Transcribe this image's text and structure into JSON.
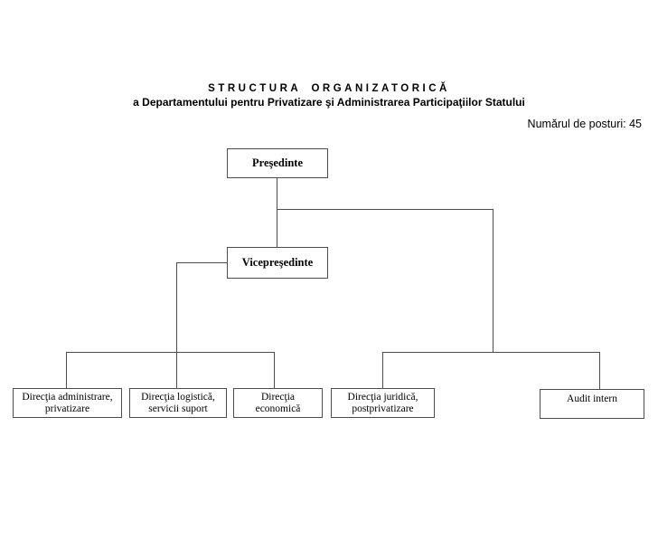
{
  "header": {
    "title": "STRUCTURA ORGANIZATORICĂ",
    "subtitle": "a Departamentului pentru Privatizare şi Administrarea Participaţiilor Statului",
    "staff_note": "Numărul de posturi: 45"
  },
  "org_chart": {
    "president": {
      "label": "Preşedinte"
    },
    "vice_president": {
      "label": "Vicepreşedinte"
    },
    "directorates": [
      {
        "lines": [
          "Direcţia administrare,",
          "privatizare"
        ]
      },
      {
        "lines": [
          "Direcţia logistică,",
          "servicii suport"
        ]
      },
      {
        "lines": [
          "Direcţia",
          "economică"
        ]
      },
      {
        "lines": [
          "Direcţia juridică,",
          "postprivatizare"
        ]
      },
      {
        "lines": [
          "Audit intern"
        ]
      }
    ]
  },
  "colors": {
    "line": "#4d4d4d",
    "text": "#000000",
    "background": "#ffffff"
  }
}
